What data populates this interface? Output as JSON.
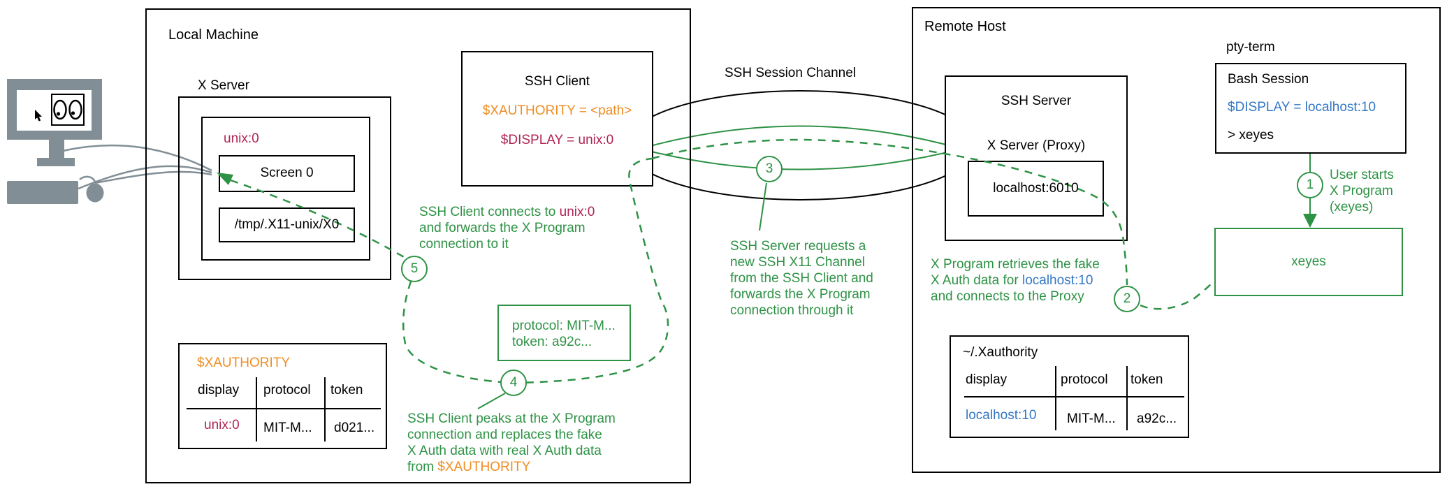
{
  "colors": {
    "line_green": "#2e9245",
    "display_crimson": "#b02456",
    "env_orange": "#ef8d22",
    "remote_blue": "#3377c5",
    "hardware_gray": "#828e96",
    "outline_black": "#000000"
  },
  "local_machine": {
    "title": "Local Machine",
    "x_server": {
      "label": "X Server",
      "display_name": "unix:0",
      "screen": "Screen 0",
      "socket": "/tmp/.X11-unix/X0"
    },
    "ssh_client": {
      "title": "SSH Client",
      "xauthority_var": "$XAUTHORITY = <path>",
      "display_var": "$DISPLAY = unix:0"
    },
    "xauthority_table": {
      "title": "$XAUTHORITY",
      "headers": [
        "display",
        "protocol",
        "token"
      ],
      "row": [
        "unix:0",
        "MIT-M...",
        "d021..."
      ]
    }
  },
  "channel": {
    "label": "SSH Session Channel"
  },
  "remote_host": {
    "title": "Remote Host",
    "ssh_server": {
      "title": "SSH Server",
      "proxy_label": "X Server (Proxy)",
      "listen_addr": "localhost:6010"
    },
    "pty": {
      "label": "pty-term",
      "title": "Bash Session",
      "display_var": "$DISPLAY = localhost:10",
      "command": "> xeyes"
    },
    "xeyes": {
      "label": "xeyes"
    },
    "xauthority_file": {
      "title": "~/.Xauthority",
      "headers": [
        "display",
        "protocol",
        "token"
      ],
      "row": [
        "localhost:10",
        "MIT-M...",
        "a92c..."
      ]
    }
  },
  "auth_payload": {
    "line1": "protocol: MIT-M...",
    "line2": "token: a92c..."
  },
  "steps": {
    "s1": {
      "n": "1",
      "l1": "User starts",
      "l2": "X Program",
      "l3": "(xeyes)"
    },
    "s2": {
      "n": "2",
      "l1": "X Program retrieves the fake",
      "l2a": "X Auth data for ",
      "l2b": "localhost:10",
      "l3": "and connects to the Proxy"
    },
    "s3": {
      "n": "3",
      "l1": "SSH Server requests a",
      "l2": "new SSH X11 Channel",
      "l3": "from the SSH Client and",
      "l4": "forwards the X Program",
      "l5": "connection through it"
    },
    "s4": {
      "n": "4",
      "l1": "SSH Client peaks at the X Program",
      "l2": "connection and replaces the fake",
      "l3": "X Auth data with real X Auth data",
      "l4a": "from ",
      "l4b": "$XAUTHORITY"
    },
    "s5": {
      "n": "5",
      "l1a": "SSH Client connects to ",
      "l1b": "unix:0",
      "l2": "and forwards the X Program",
      "l3": "connection to it"
    }
  }
}
